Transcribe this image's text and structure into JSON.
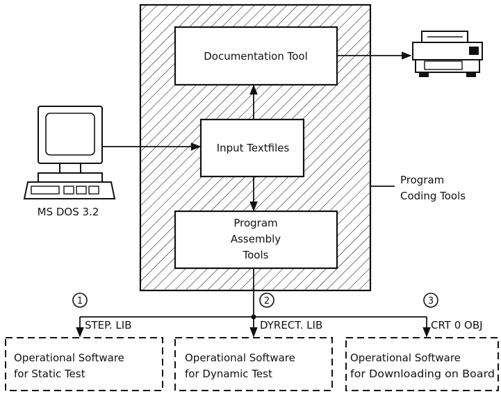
{
  "boxes": {
    "documentation_tool": "Documentation Tool",
    "input_textfiles": "Input Textfiles",
    "program_assembly": [
      "Program",
      "Assembly",
      "Tools"
    ]
  },
  "labels": {
    "computer": "MS DOS 3.2",
    "coding_tools": [
      "Program",
      "Coding Tools"
    ]
  },
  "outputs": [
    {
      "number": "1",
      "lib": "STEP. LIB",
      "lines": [
        "Operational Software",
        "for Static Test"
      ]
    },
    {
      "number": "2",
      "lib": "DYRECT. LIB",
      "lines": [
        "Operational Software",
        "for Dynamic Test"
      ]
    },
    {
      "number": "3",
      "lib": "CRT 0 OBJ",
      "lines": [
        "Operational Software",
        "for Downloading on Board"
      ]
    }
  ],
  "icons": {
    "computer": "desktop-computer-icon",
    "printer": "printer-icon"
  },
  "colors": {
    "ink": "#111111",
    "background": "#ffffff"
  }
}
